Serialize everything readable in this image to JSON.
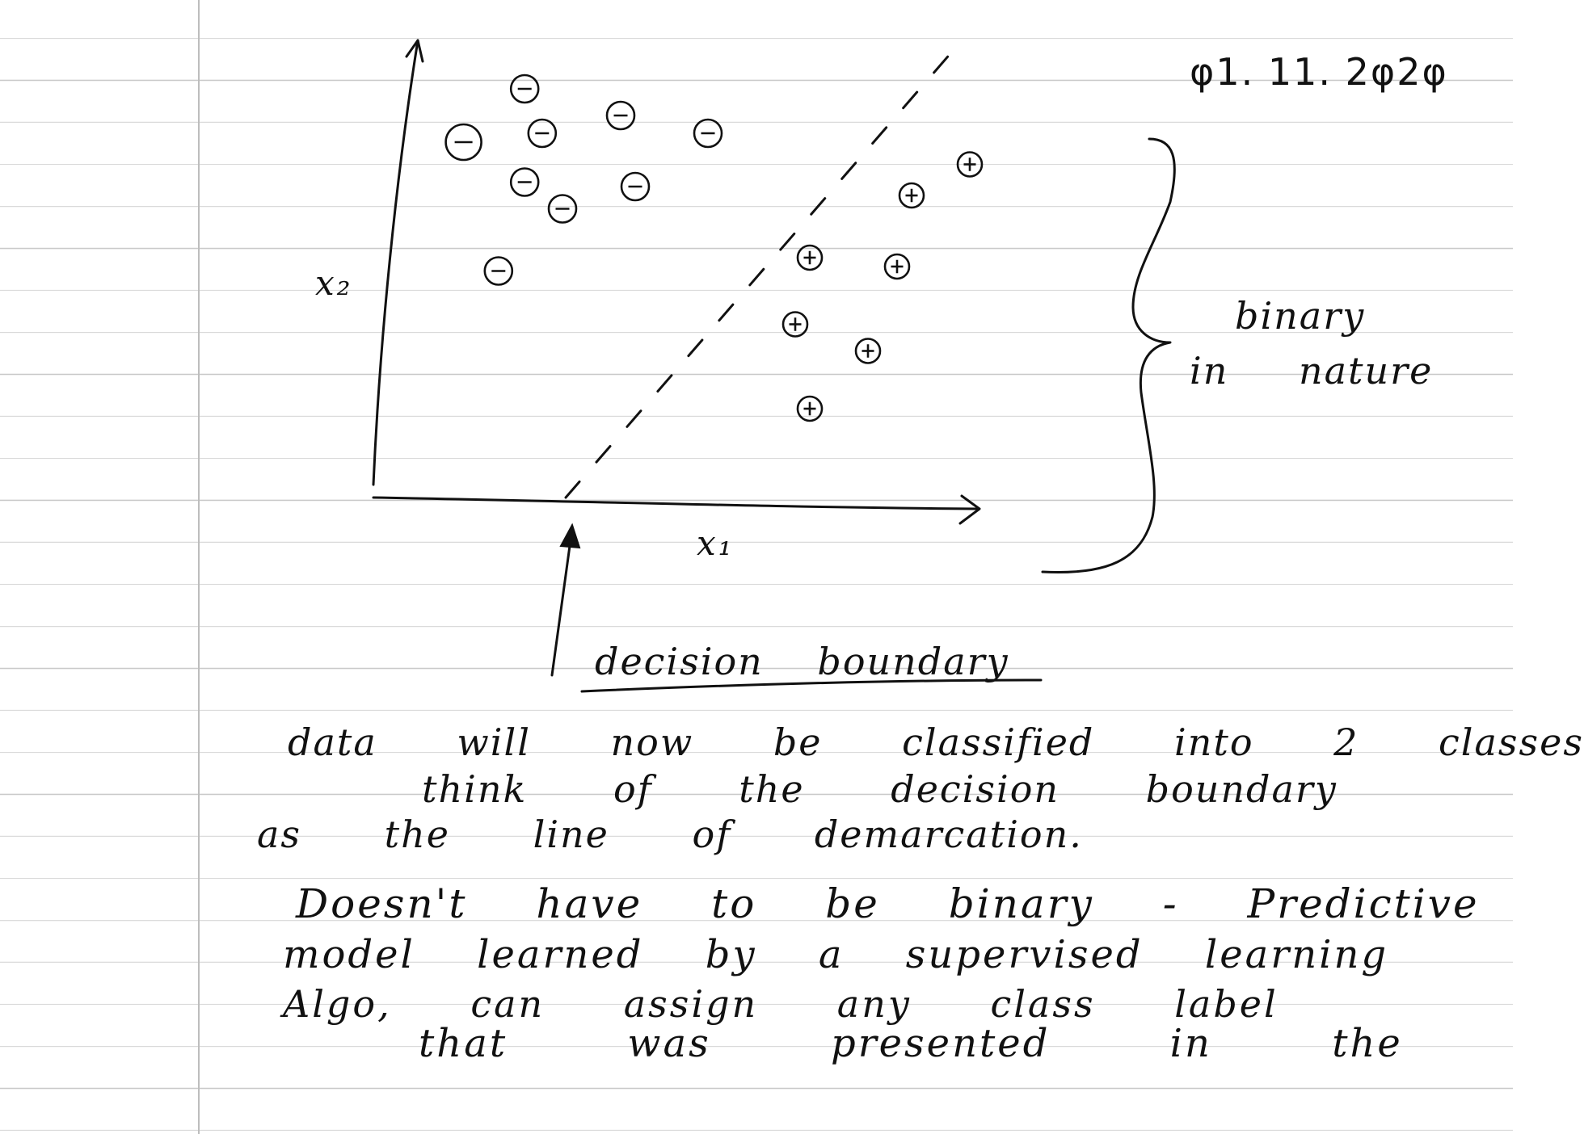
{
  "header": {
    "date": "φ1. 11. 2φ2φ"
  },
  "axes": {
    "x_label": "x₁",
    "y_label": "x₂"
  },
  "annotations": {
    "brace_label_1": "binary",
    "brace_label_2": "in nature",
    "boundary_label": "decision boundary"
  },
  "chart_data": {
    "type": "scatter",
    "series": [
      {
        "symbol": "−",
        "points": [
          [
            5.2,
            9.2
          ],
          [
            8.5,
            8.6
          ],
          [
            3.1,
            8.0
          ],
          [
            5.8,
            8.2
          ],
          [
            11.5,
            8.2
          ],
          [
            5.2,
            7.1
          ],
          [
            9.0,
            7.0
          ],
          [
            6.5,
            6.5
          ],
          [
            4.3,
            5.1
          ]
        ]
      },
      {
        "symbol": "+",
        "points": [
          [
            20.5,
            7.5
          ],
          [
            18.5,
            6.8
          ],
          [
            15.0,
            5.4
          ],
          [
            18.0,
            5.2
          ],
          [
            14.5,
            3.9
          ],
          [
            17.0,
            3.3
          ],
          [
            15.0,
            2.0
          ]
        ]
      }
    ]
  },
  "notes": [
    "data will now be classified into 2 classes",
    "think of the decision boundary",
    "as the line of demarcation.",
    "Doesn't have to be binary - Predictive",
    "model learned by a supervised learning",
    "Algo, can assign any class label",
    "that was presented in the"
  ]
}
